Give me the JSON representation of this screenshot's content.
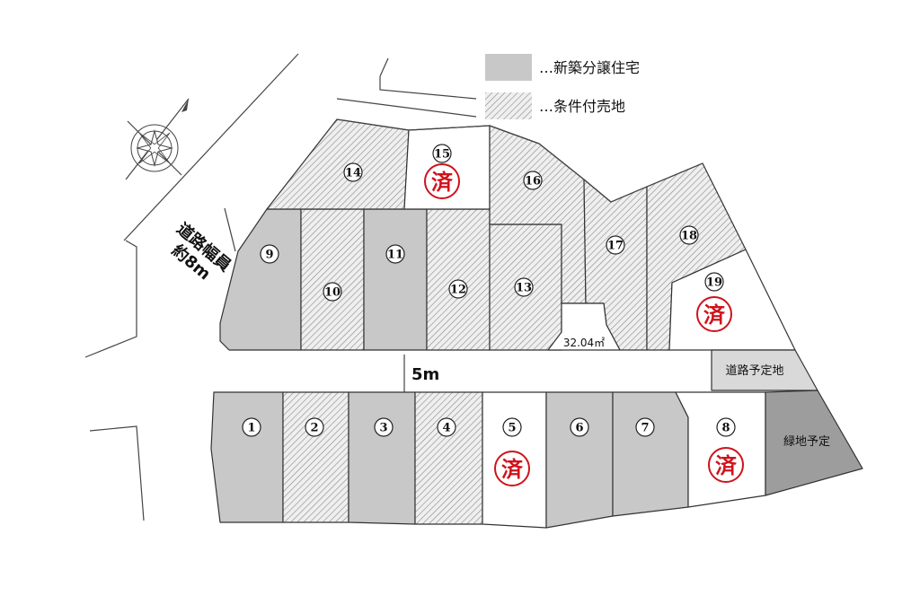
{
  "legend": {
    "new_home": "…新築分譲住宅",
    "conditional_land": "…条件付売地"
  },
  "labels": {
    "road_width_line1": "道路幅員",
    "road_width_line2": "約8m",
    "inner_road": "5m",
    "area": "32.04㎡",
    "planned_road": "道路予定地",
    "planned_green": "緑地予定"
  },
  "sold_mark": "済",
  "lots": [
    {
      "no": "1",
      "type": "new"
    },
    {
      "no": "2",
      "type": "conditional"
    },
    {
      "no": "3",
      "type": "new"
    },
    {
      "no": "4",
      "type": "conditional"
    },
    {
      "no": "5",
      "type": "sold"
    },
    {
      "no": "6",
      "type": "new"
    },
    {
      "no": "7",
      "type": "new"
    },
    {
      "no": "8",
      "type": "sold"
    },
    {
      "no": "9",
      "type": "new"
    },
    {
      "no": "10",
      "type": "conditional"
    },
    {
      "no": "11",
      "type": "new"
    },
    {
      "no": "12",
      "type": "conditional"
    },
    {
      "no": "13",
      "type": "conditional"
    },
    {
      "no": "14",
      "type": "conditional"
    },
    {
      "no": "15",
      "type": "sold"
    },
    {
      "no": "16",
      "type": "conditional"
    },
    {
      "no": "17",
      "type": "conditional"
    },
    {
      "no": "18",
      "type": "conditional"
    },
    {
      "no": "19",
      "type": "sold"
    }
  ],
  "lot_circle_glyphs": [
    "①",
    "②",
    "③",
    "④",
    "⑤",
    "⑥",
    "⑦",
    "⑧",
    "⑨",
    "⑩",
    "⑪",
    "⑫",
    "⑬",
    "⑭",
    "⑮",
    "⑯",
    "⑰",
    "⑱",
    "⑲"
  ],
  "colors": {
    "new_home": "#c8c8c8",
    "conditional_hatch": "#8a8a8a",
    "sold": "#ffffff",
    "sold_mark": "#d0121b",
    "planned_road": "#d9d9d9",
    "planned_green": "#9d9d9d"
  },
  "icons": {
    "compass": "north-arrow-compass-icon"
  }
}
